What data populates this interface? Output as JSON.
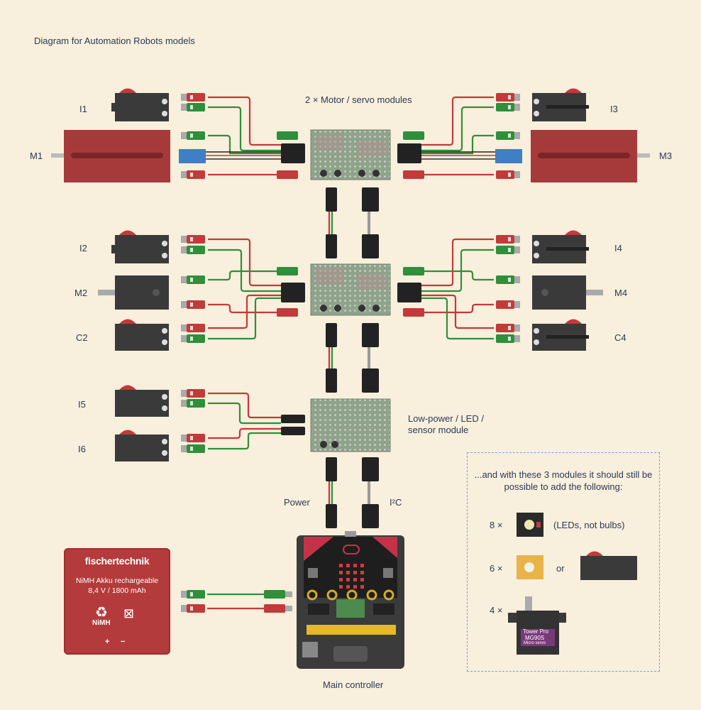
{
  "title": "Diagram for Automation Robots models",
  "labels": {
    "servo_modules": "2 × Motor / servo modules",
    "lowpower": "Low-power / LED /",
    "lowpower2": "sensor module",
    "power": "Power",
    "i2c": "I²C",
    "main_controller": "Main controller"
  },
  "components": {
    "I1": "I1",
    "I2": "I2",
    "I3": "I3",
    "I4": "I4",
    "I5": "I5",
    "I6": "I6",
    "M1": "M1",
    "M2": "M2",
    "M3": "M3",
    "M4": "M4",
    "C2": "C2",
    "C4": "C4"
  },
  "battery": {
    "brand": "fischertechnik",
    "line1": "NiMH Akku rechargeable",
    "line2": "8,4 V / 1800 mAh",
    "chem": "NiMH",
    "plus": "+",
    "minus": "−"
  },
  "addons": {
    "note": "...and with these 3 modules it should still be possible to add the following:",
    "led_count": "8 ×",
    "led_note": "(LEDs, not bulbs)",
    "switch_count": "6 ×",
    "or": "or",
    "servo_count": "4 ×",
    "servo_brand": "Tower Pro",
    "servo_model": "MG90S",
    "servo_type": "Micro servo"
  },
  "colors": {
    "background": "#f8efdc",
    "red_wire": "#c23a3a",
    "green_wire": "#2f8f3a",
    "pcb": "#8ea08a",
    "battery": "#b43b3b",
    "controller": "#3b3b3b"
  }
}
